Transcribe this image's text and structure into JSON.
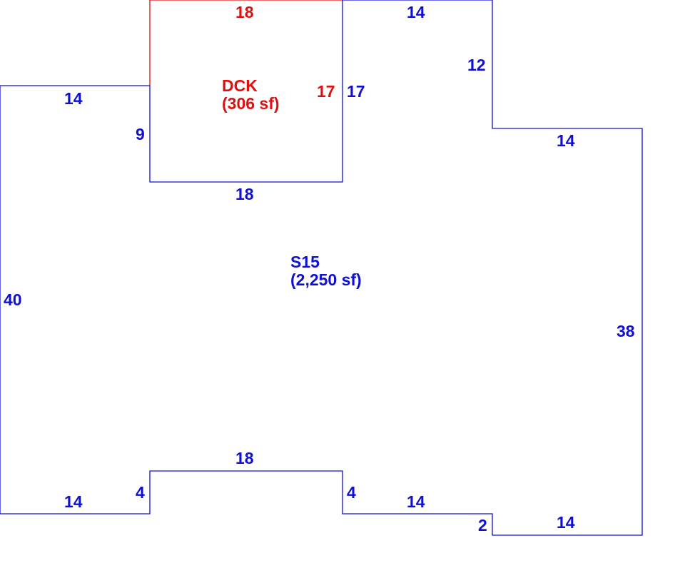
{
  "colors": {
    "main": "#1010d0",
    "deck": "#e01010",
    "background": "#ffffff"
  },
  "areas": {
    "main": {
      "code": "S15",
      "area": "(2,250 sf)"
    },
    "deck": {
      "code": "DCK",
      "area": "(306 sf)"
    }
  },
  "dimensions": {
    "main": {
      "left_top": "14",
      "left_notch": "9",
      "notch_bottom": "18",
      "dck_right": "17",
      "upper_top": "14",
      "upper_step": "12",
      "right_top": "14",
      "right_side": "38",
      "left_side": "40",
      "bottom_left": "14",
      "bump_left": "4",
      "bump_top": "18",
      "bump_right": "4",
      "bottom_mid": "14",
      "bottom_step": "2",
      "bottom_right": "14"
    },
    "deck": {
      "top": "18",
      "right": "17"
    }
  }
}
